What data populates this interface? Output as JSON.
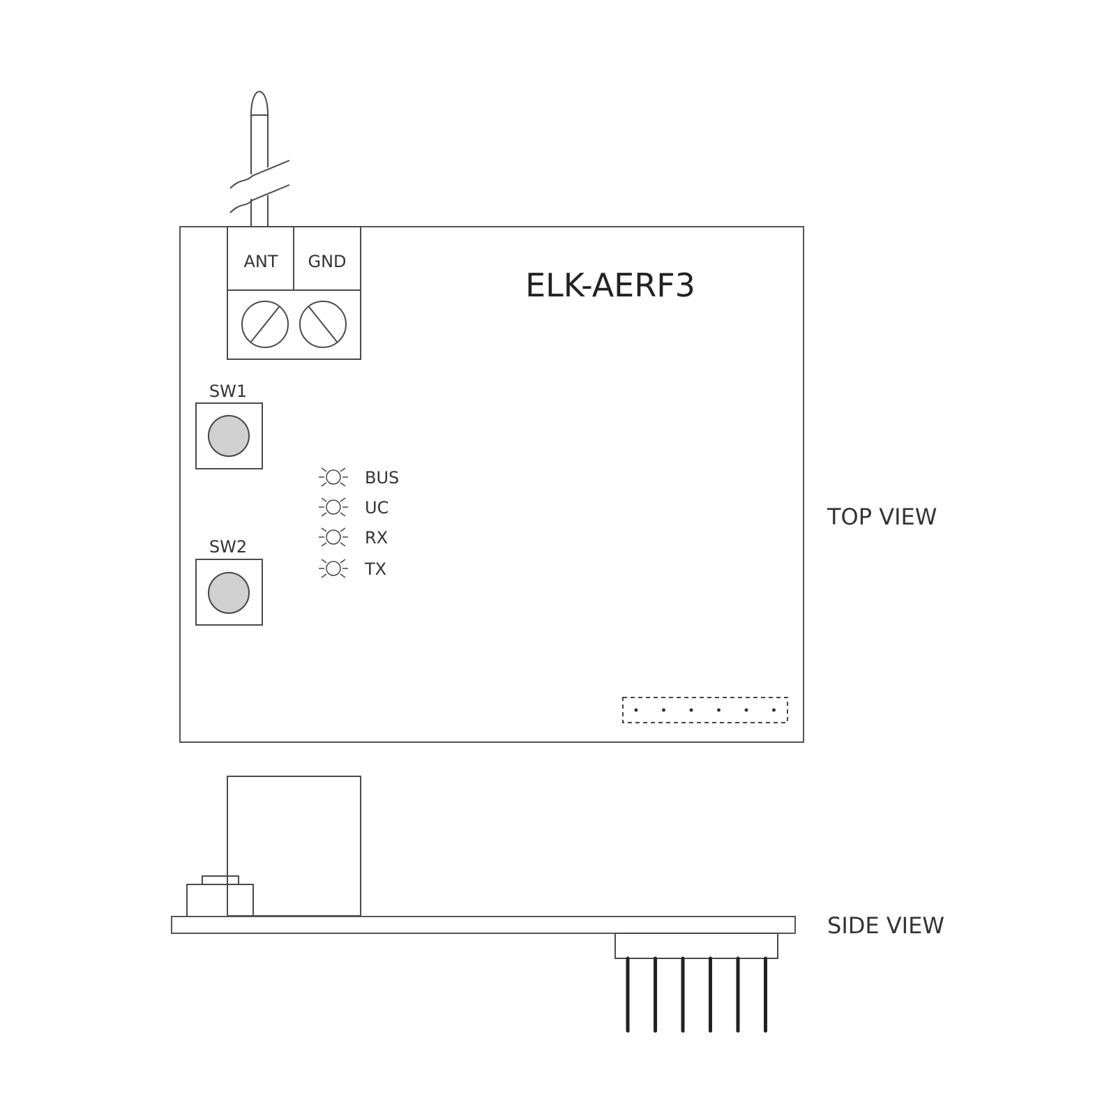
{
  "model": "ELK-AERF3",
  "terminals": [
    {
      "label": "ANT"
    },
    {
      "label": "GND"
    }
  ],
  "switches": [
    {
      "label": "SW1"
    },
    {
      "label": "SW2"
    }
  ],
  "leds": [
    {
      "label": "BUS"
    },
    {
      "label": "UC"
    },
    {
      "label": "RX"
    },
    {
      "label": "TX"
    }
  ],
  "views": {
    "top": "TOP VIEW",
    "side": "SIDE VIEW"
  },
  "header_pin_count": 6
}
